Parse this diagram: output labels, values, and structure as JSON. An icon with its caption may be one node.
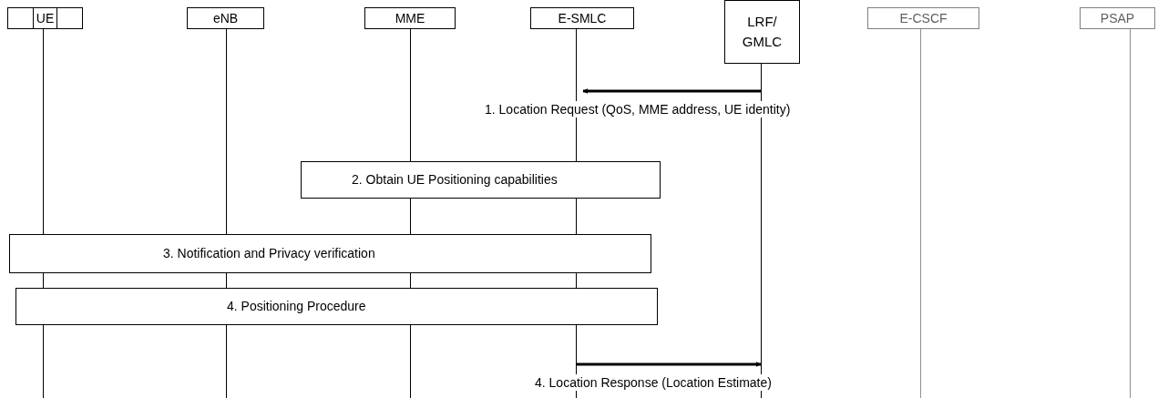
{
  "diagram": {
    "nodes": [
      {
        "text": [
          "UE"
        ]
      },
      {
        "text": [
          "eNB"
        ]
      },
      {
        "text": [
          "MME"
        ]
      },
      {
        "text": [
          "E-SMLC"
        ]
      },
      {
        "text": [
          "LRF/ GMLC"
        ]
      },
      {
        "text": [
          "E-CSCF"
        ]
      },
      {
        "text": [
          "PSAP"
        ]
      },
      {
        "text": [
          "2. Obtain UE Positioning capabilities"
        ]
      },
      {
        "text": [
          "3. Notification and Privacy verification"
        ]
      },
      {
        "text": [
          "4. Positioning Procedure"
        ]
      }
    ],
    "edges": [
      {
        "from": 4,
        "to": 3,
        "arrow": "to",
        "label": "1. Location Request (QoS, MME address, UE identity)"
      },
      {
        "from": 3,
        "to": 4,
        "arrow": "to",
        "label": "4. Location Response (Location Estimate)"
      }
    ]
  }
}
